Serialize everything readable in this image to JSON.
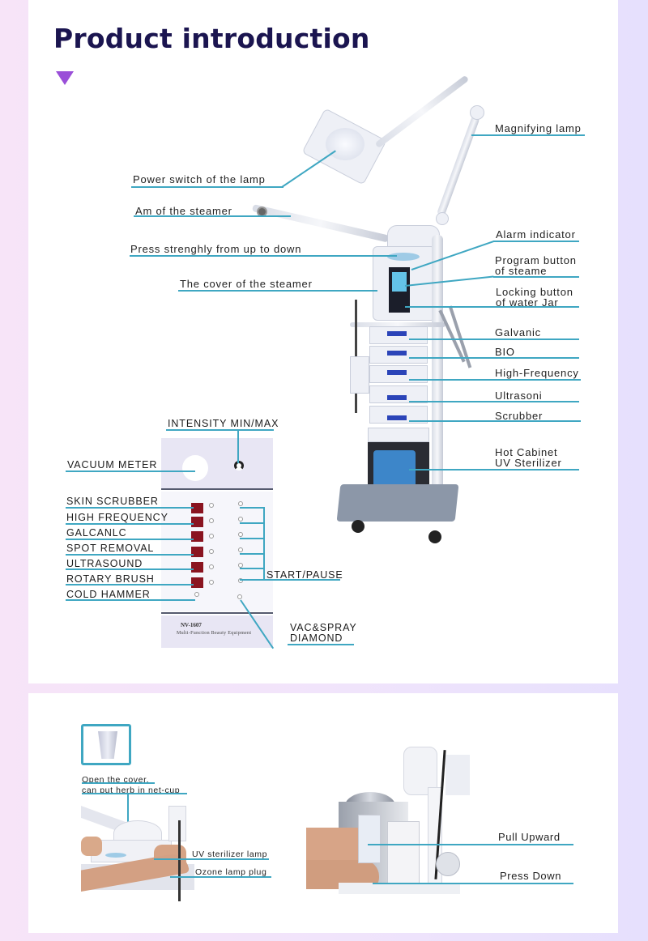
{
  "header": {
    "title": "Product introduction",
    "marker_icon": "triangle-down-icon",
    "accent_color": "#9a4fd8",
    "title_color": "#1b1550"
  },
  "diagram": {
    "leader_color": "#3fa7c2",
    "left_labels": [
      "Power switch of the lamp",
      "Am of the steamer",
      "Press strenghly from up to down",
      "The cover of the steamer"
    ],
    "right_labels": {
      "magnifying_lamp": "Magnifying lamp",
      "alarm_indicator": "Alarm indicator",
      "program_button_1": "Program button",
      "program_button_2": "of steame",
      "locking_button_1": "Locking button",
      "locking_button_2": "of water Jar",
      "galvanic": "Galvanic",
      "bio": "BIO",
      "high_frequency": "High-Frequency",
      "ultrasoni": "Ultrasoni",
      "scrubber": "Scrubber",
      "hot_cabinet_1": "Hot Cabinet",
      "hot_cabinet_2": "UV Sterilizer"
    },
    "panel_labels": {
      "intensity": "INTENSITY MIN/MAX",
      "vacuum_meter": "VACUUM METER",
      "functions": [
        "SKIN SCRUBBER",
        "HIGH FREQUENCY",
        "GALCANLC",
        "SPOT REMOVAL",
        "ULTRASOUND",
        "ROTARY BRUSH",
        "COLD HAMMER"
      ],
      "start_pause": "START/PAUSE",
      "vac_spray_1": "VAC&SPRAY",
      "vac_spray_2": "DIAMOND"
    },
    "panel_print": {
      "model": "NV-1607",
      "description": "Multi-Function Beauty Equipment"
    }
  },
  "bottom": {
    "left": {
      "note_1": "Open the cover,",
      "note_2": "can put herb in net-cup",
      "uv_lamp": "UV sterilizer lamp",
      "ozone_plug": "Ozone lamp plug"
    },
    "right": {
      "pull_upward": "Pull Upward",
      "press_down": "Press Down"
    }
  }
}
